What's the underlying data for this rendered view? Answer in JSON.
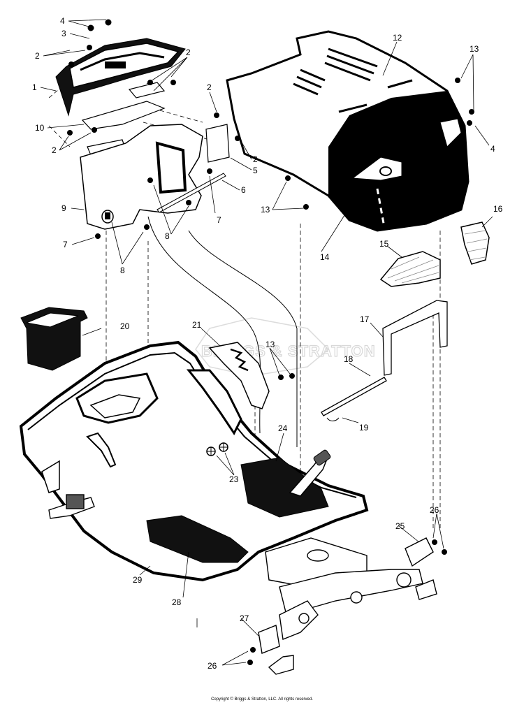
{
  "watermark": "BRIGGS & STRATTON",
  "copyright": "Copyright © Briggs & Stratton, LLC. All rights reserved.",
  "callouts": {
    "c1": "1",
    "c2a": "2",
    "c2b": "2",
    "c2c": "2",
    "c2d": "2",
    "c2e": "2",
    "c3": "3",
    "c4a": "4",
    "c4b": "4",
    "c5": "5",
    "c6": "6",
    "c7a": "7",
    "c7b": "7",
    "c8a": "8",
    "c8b": "8",
    "c9": "9",
    "c10": "10",
    "c12": "12",
    "c13a": "13",
    "c13b": "13",
    "c13c": "13",
    "c14": "14",
    "c15": "15",
    "c16": "16",
    "c17": "17",
    "c18": "18",
    "c19": "19",
    "c20": "20",
    "c21": "21",
    "c23": "23",
    "c24": "24",
    "c25": "25",
    "c26a": "26",
    "c26b": "26",
    "c27": "27",
    "c28": "28",
    "c29": "29"
  }
}
